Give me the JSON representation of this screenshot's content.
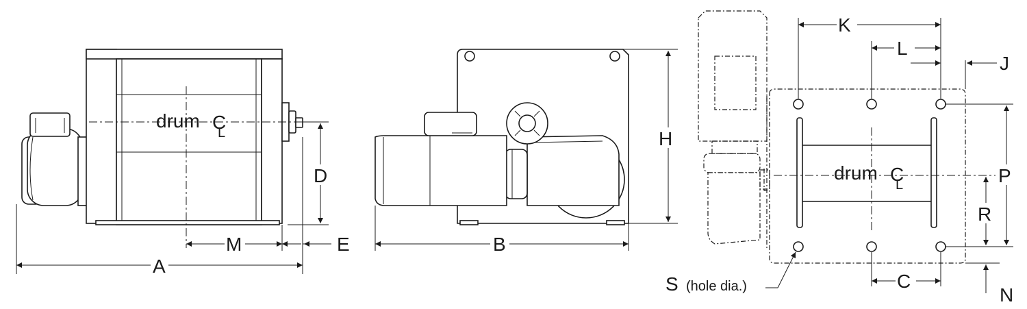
{
  "labels": {
    "A": "A",
    "B": "B",
    "C": "C",
    "D": "D",
    "E": "E",
    "H": "H",
    "J": "J",
    "K": "K",
    "L": "L",
    "M": "M",
    "N": "N",
    "P": "P",
    "R": "R",
    "S": "S"
  },
  "drum_label": "drum",
  "centerline_symbol_c": "C",
  "centerline_symbol_l": "L",
  "hole_note": "(hole dia.)"
}
